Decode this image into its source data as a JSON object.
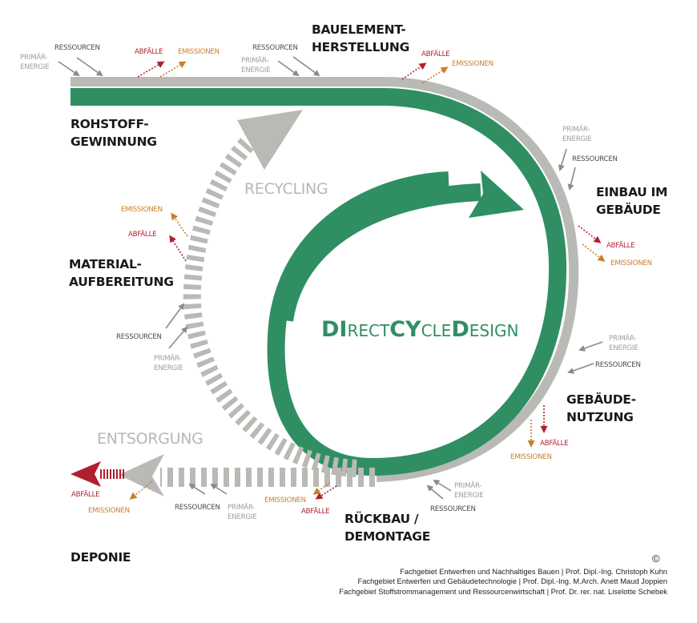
{
  "title": "DirectCycleDesign",
  "logo": {
    "parts": [
      {
        "text": "DI",
        "style": "bold"
      },
      {
        "text": "RECT",
        "style": "small"
      },
      {
        "text": "CY",
        "style": "bold"
      },
      {
        "text": "CLE",
        "style": "small"
      },
      {
        "text": "D",
        "style": "bold"
      },
      {
        "text": "ESIGN",
        "style": "small"
      }
    ]
  },
  "colors": {
    "green": "#2f8f63",
    "gray_band": "#b9b9b5",
    "abfaelle": "#b01f2e",
    "emissionen": "#c9802a",
    "primaerenergie": "#9d9d9d",
    "ressourcen": "#4a4a4a"
  },
  "stages": {
    "rohstoff": [
      "ROHSTOFF-",
      "GEWINNUNG"
    ],
    "bauelement": [
      "BAUELEMENT-",
      "HERSTELLUNG"
    ],
    "einbau": [
      "EINBAU IM",
      "GEBÄUDE"
    ],
    "nutzung": [
      "GEBÄUDE-",
      "NUTZUNG"
    ],
    "rueckbau": [
      "RÜCKBAU /",
      "DEMONTAGE"
    ],
    "aufbereitung": [
      "MATERIAL-",
      "AUFBEREITUNG"
    ],
    "deponie": [
      "DEPONIE"
    ]
  },
  "paths": {
    "recycling": "RECYCLING",
    "entsorgung": "ENTSORGUNG"
  },
  "flows": {
    "primaer": [
      "PRIMÄR-",
      "ENERGIE"
    ],
    "ressourcen": "RESSOURCEN",
    "abfaelle": "ABFÄLLE",
    "emissionen": "EMISSIONEN"
  },
  "credits": {
    "copyright": "©",
    "lines": [
      "Fachgebiet Entwerfren und Nachhaltiges Bauen | Prof. Dipl.-Ing. Christoph Kuhn",
      "Fachgebiet Entwerfen und Gebäudetechnologie | Prof. Dipl.-Ing. M.Arch. Anett Maud Joppien",
      "Fachgebiet Stoffstrommanagement und Ressourcenwirtschaft | Prof. Dr. rer. nat. Liselotte Schebek"
    ]
  }
}
